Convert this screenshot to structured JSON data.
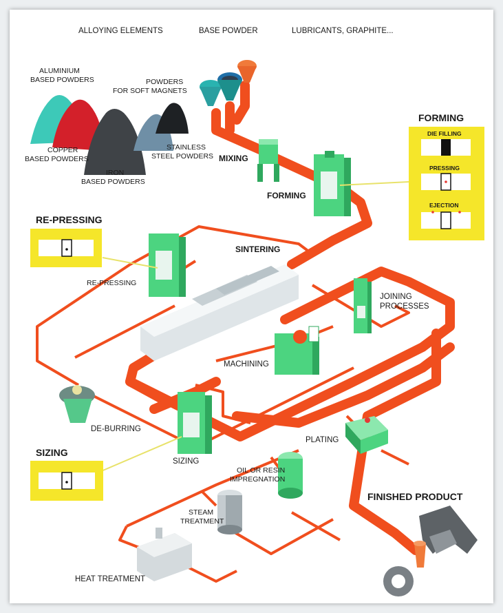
{
  "labels": {
    "alloying": "ALLOYING ELEMENTS",
    "base_powder": "BASE POWDER",
    "lubricants": "LUBRICANTS, GRAPHITE...",
    "aluminium_1": "ALUMINIUM",
    "aluminium_2": "BASED POWDERS",
    "soft_magnets_1": "POWDERS",
    "soft_magnets_2": "FOR SOFT MAGNETS",
    "copper_1": "COPPER",
    "copper_2": "BASED POWDERS",
    "stainless_1": "STAINLESS",
    "stainless_2": "STEEL POWDERS",
    "iron_1": "IRON",
    "iron_2": "BASED POWDERS",
    "mixing": "MIXING",
    "forming": "FORMING",
    "forming_header": "FORMING",
    "die_filling": "DIE FILLING",
    "pressing": "PRESSING",
    "ejection": "EJECTION",
    "re_pressing_header": "RE-PRESSING",
    "re_pressing": "RE-PRESSING",
    "sintering": "SINTERING",
    "joining_1": "JOINING",
    "joining_2": "PROCESSES",
    "machining": "MACHINING",
    "de_burring": "DE-BURRING",
    "sizing_header": "SIZING",
    "sizing": "SIZING",
    "plating": "PLATING",
    "oil_resin_1": "OIL OR RESIN",
    "oil_resin_2": "IMPREGNATION",
    "steam_1": "STEAM",
    "steam_2": "TREATMENT",
    "finished_product": "FINISHED PRODUCT",
    "heat_treatment": "HEAT TREATMENT"
  },
  "colors": {
    "flow": "#f04e1e",
    "machine_green": "#4cd480",
    "machine_dark": "#2fa85e",
    "callout_yellow": "#f5e62a"
  }
}
